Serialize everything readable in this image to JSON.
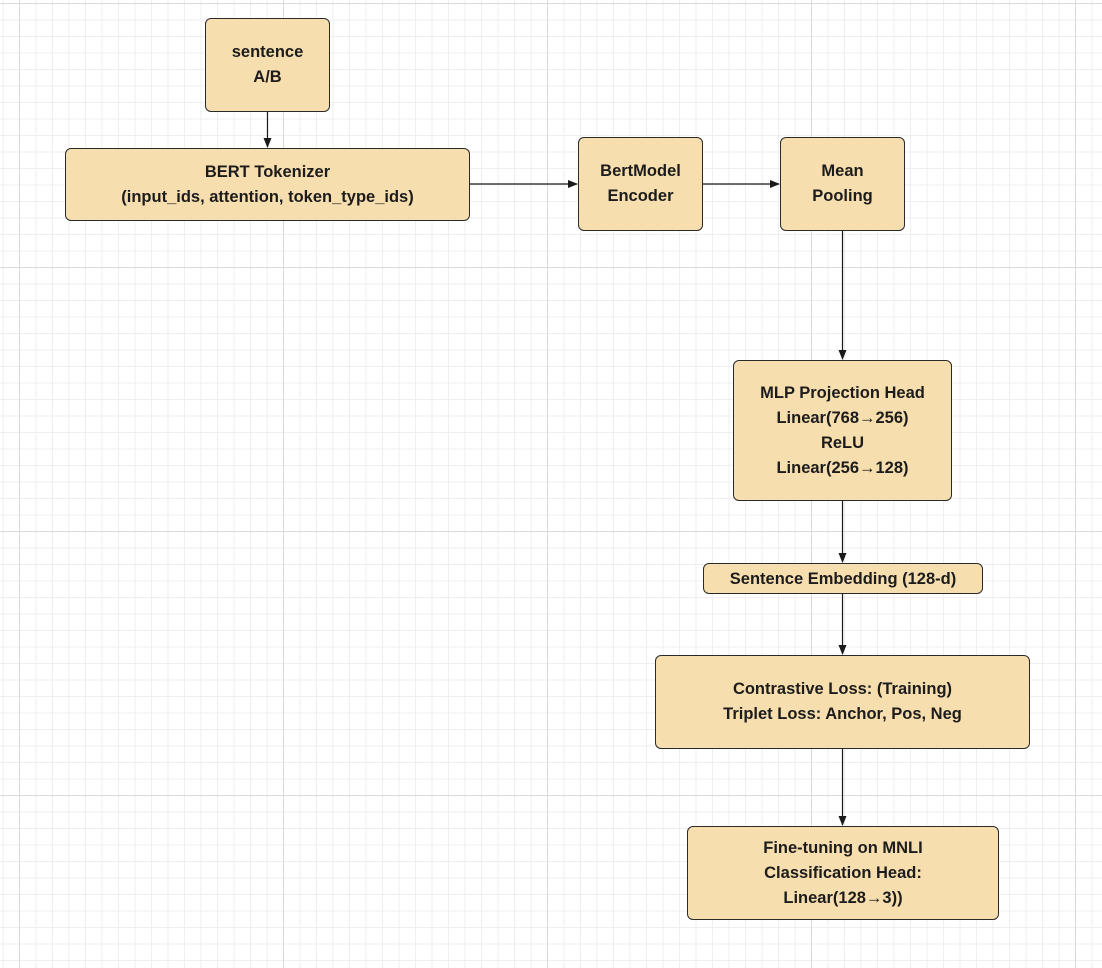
{
  "diagram": {
    "nodes": {
      "sentence": "sentence\nA/B",
      "tokenizer": "BERT Tokenizer\n(input_ids, attention, token_type_ids)",
      "bert": "BertModel\nEncoder",
      "pooling": "Mean\nPooling",
      "mlp": "MLP Projection Head\nLinear(768→256)\nReLU\nLinear(256→128)",
      "embedding": "Sentence Embedding (128-d)",
      "loss": "Contrastive Loss: (Training)\nTriplet Loss: Anchor, Pos, Neg",
      "finetune": "Fine-tuning on MNLI\nClassification Head:\nLinear(128→3))"
    },
    "edges": [
      {
        "from": "sentence",
        "to": "tokenizer"
      },
      {
        "from": "tokenizer",
        "to": "bert"
      },
      {
        "from": "bert",
        "to": "pooling"
      },
      {
        "from": "pooling",
        "to": "mlp"
      },
      {
        "from": "mlp",
        "to": "embedding"
      },
      {
        "from": "embedding",
        "to": "loss"
      },
      {
        "from": "loss",
        "to": "finetune"
      }
    ],
    "colors": {
      "node_fill": "#f7deae",
      "node_border": "#2a2a2a",
      "edge": "#1a1a1a",
      "grid_major": "#dadada",
      "grid_minor": "#efefef",
      "background": "#ffffff"
    }
  }
}
